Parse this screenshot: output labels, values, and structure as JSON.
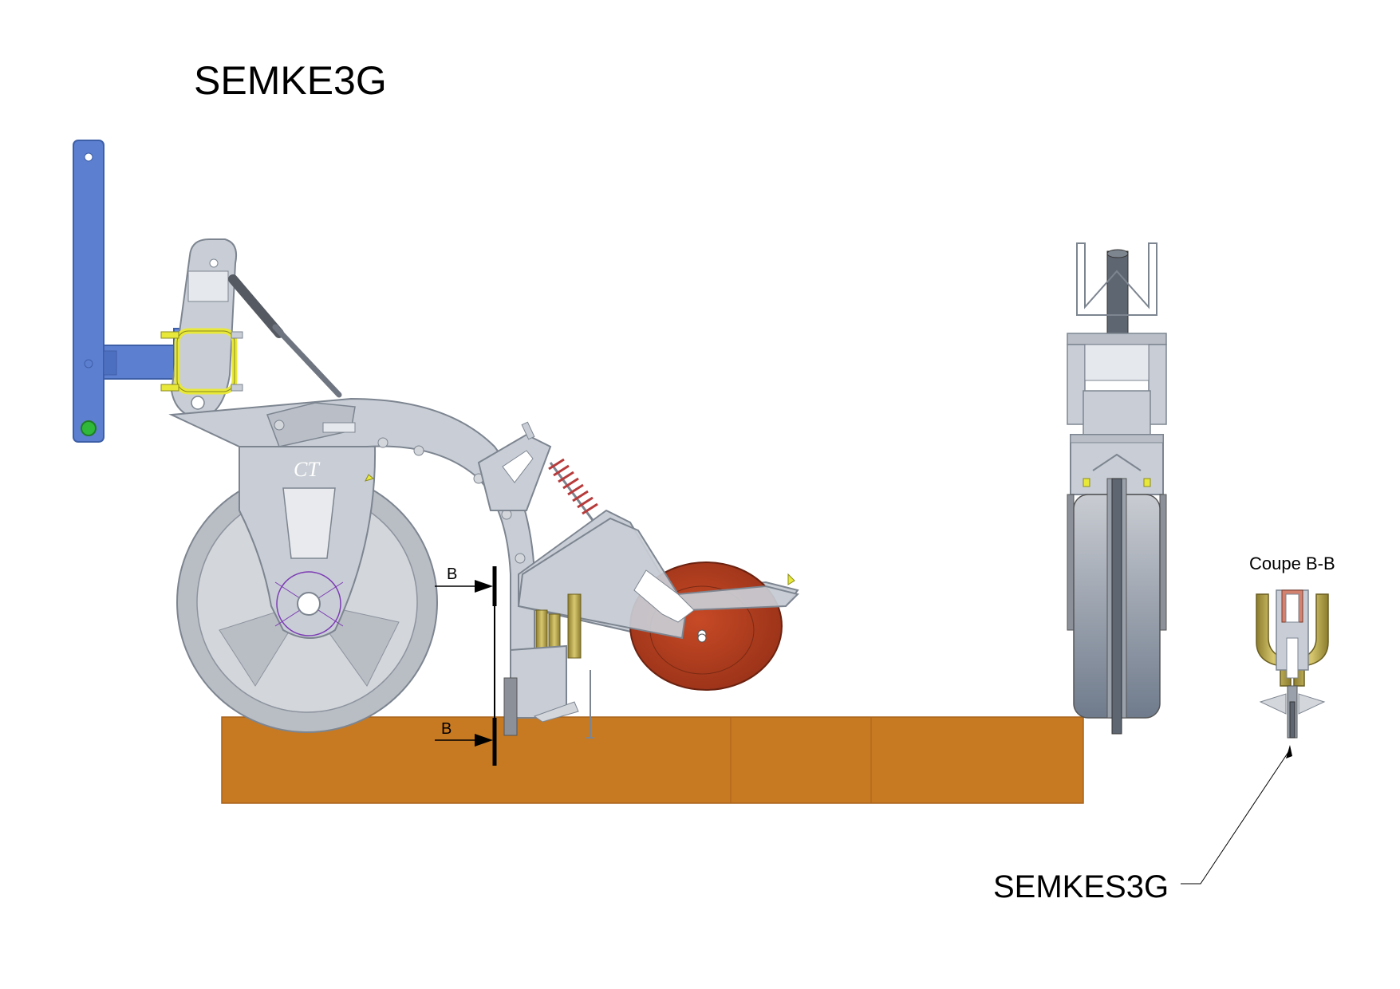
{
  "title": "SEMKE3G",
  "section_marker": "B",
  "section_title": "Coupe B-B",
  "part_callout": "SEMKES3G",
  "logo_text": "CT",
  "colors": {
    "soil": "#c87a22",
    "soil_edge": "#a8621a",
    "toolbar_blue": "#5d7fd0",
    "clamp_yellow": "#e8e83a",
    "frame_grey": "#c9ced6",
    "frame_edge": "#7d8590",
    "wheel_grey": "#b9bdc4",
    "press_wheel_red": "#c2441f",
    "seed_tube_olive": "#b8a64a",
    "spring_red": "#b83a3a",
    "bearing_purple": "#7d3cb4"
  },
  "icons": [
    "toolbar-blue",
    "clamp-yellow",
    "gauge-wheel",
    "press-wheel",
    "coil-spring",
    "seed-tube",
    "coulter-disc"
  ]
}
